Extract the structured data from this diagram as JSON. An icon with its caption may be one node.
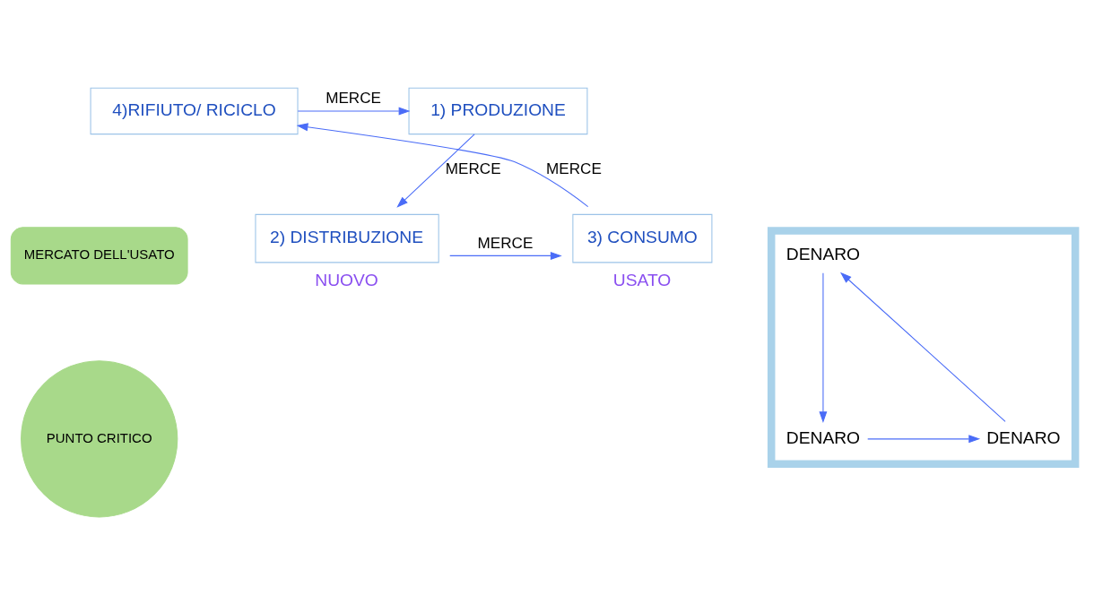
{
  "diagram": {
    "nodes": [
      {
        "text": [
          "1) PRODUZIONE"
        ]
      },
      {
        "text": [
          "4)RIFIUTO/ RICICLO"
        ]
      },
      {
        "text": [],
        "shape": "box"
      },
      {
        "text": [
          "DENARO"
        ],
        "in": 2
      },
      {
        "text": [
          "MERCATO DELL'USATO"
        ]
      },
      {
        "text": [
          "DENARO"
        ],
        "in": 2
      },
      {
        "text": [
          "DENARO"
        ],
        "in": 2
      },
      {
        "text": [
          "2) DISTRIBUZIONE"
        ],
        "beside": [
          "NUOVO"
        ]
      },
      {
        "text": [
          "PUNTO CRITICO"
        ]
      },
      {
        "text": [
          "3) CONSUMO"
        ],
        "beside": [
          "USATO"
        ]
      }
    ],
    "edges": [
      {
        "from": 1,
        "to": 0,
        "arrow": "to",
        "label": "MERCE"
      },
      {
        "from": 0,
        "to": 7,
        "arrow": "to",
        "label": "MERCE"
      },
      {
        "from": 7,
        "to": 9,
        "arrow": "to",
        "label": "MERCE"
      },
      {
        "from": 9,
        "to": 1,
        "arrow": "to",
        "label": "MERCE"
      },
      {
        "from": 3,
        "to": 6,
        "arrow": "to"
      },
      {
        "from": 6,
        "to": 5,
        "arrow": "to"
      },
      {
        "from": 5,
        "to": 3,
        "arrow": "to"
      }
    ]
  }
}
